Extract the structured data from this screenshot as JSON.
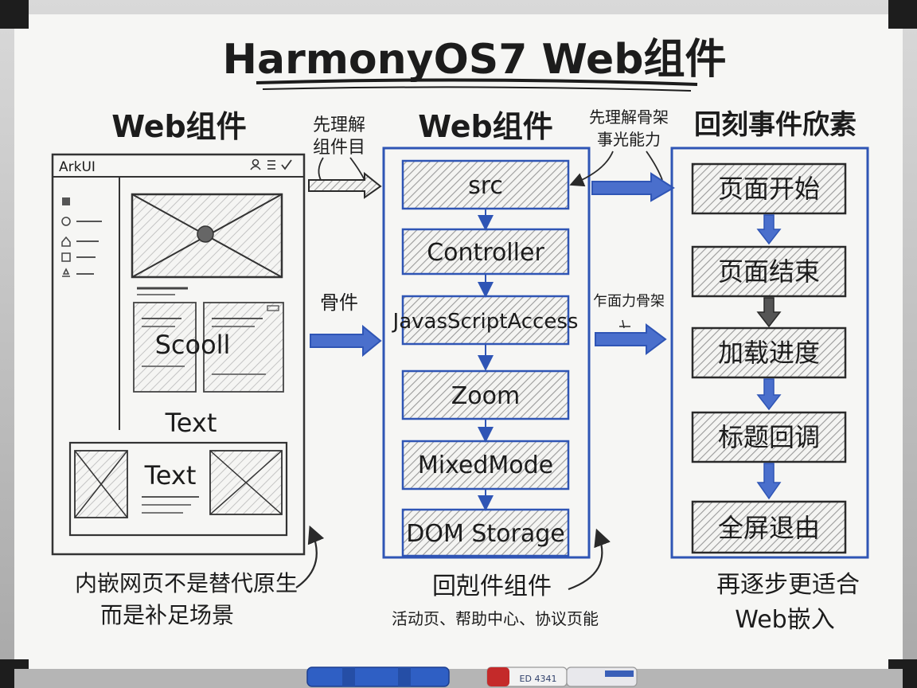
{
  "title": "HarmonyOS7 Web组件",
  "left": {
    "heading": "Web组件",
    "mock": {
      "app_name": "ArkUI",
      "scroll_text": "Scooll",
      "text_label": "Text",
      "text_label_2": "Text"
    },
    "caption_line1": "内嵌网页不是替代原生",
    "caption_line2": "而是补足场景"
  },
  "arrow_labels": {
    "top_left_line1": "先理解",
    "top_left_line2": "组件目",
    "mid_left": "骨件",
    "top_right_line1": "先理解骨架",
    "top_right_line2": "事光能力",
    "mid_right": "乍面力骨架"
  },
  "middle": {
    "heading": "Web组件",
    "items": [
      "src",
      "Controller",
      "JavasScriptAccess",
      "Zoom",
      "MixedMode",
      "DOM Storage"
    ],
    "caption_line1": "回剋件组件",
    "caption_line2": "活动页、帮助中心、协议页能"
  },
  "right": {
    "heading": "回刻事件欣素",
    "items": [
      "页面开始",
      "页面结束",
      "加载进度",
      "标题回调",
      "全屏退由"
    ],
    "caption_line1": "再逐步更适合",
    "caption_line2": "Web嵌入"
  },
  "tray": {
    "marker_text": "ED 4341"
  }
}
